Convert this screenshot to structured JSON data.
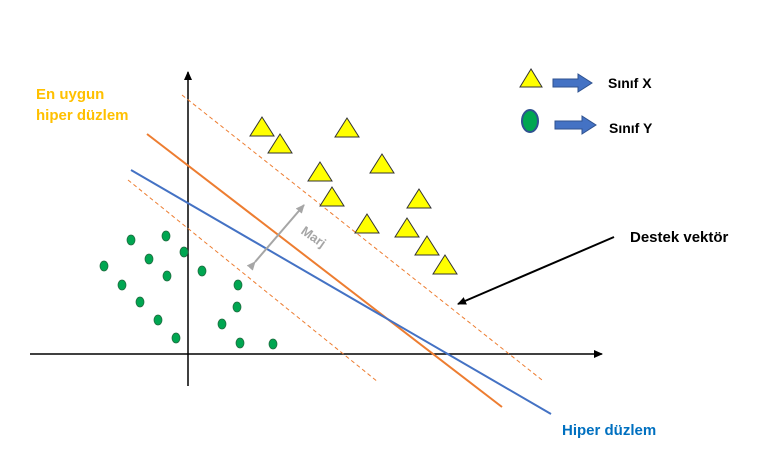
{
  "labels": {
    "optimal_hyperplane_line1": "En uygun",
    "optimal_hyperplane_line2": "hiper düzlem",
    "hyperplane": "Hiper düzlem",
    "support_vector": "Destek vektör",
    "margin": "Marj",
    "class_x": "Sınıf X",
    "class_y": "Sınıf Y"
  },
  "colors": {
    "optimal_line": "#ed7d31",
    "hyperplane_line": "#4472c4",
    "optimal_text": "#ffc000",
    "hyperplane_text": "#0070c0",
    "triangle_fill": "#ffff00",
    "circle_fill": "#00a651",
    "arrow_fill": "#4472c4",
    "margin_arrow": "#a6a6a6"
  },
  "legend_icons": [
    "yellow-triangle-icon",
    "green-circle-icon"
  ]
}
